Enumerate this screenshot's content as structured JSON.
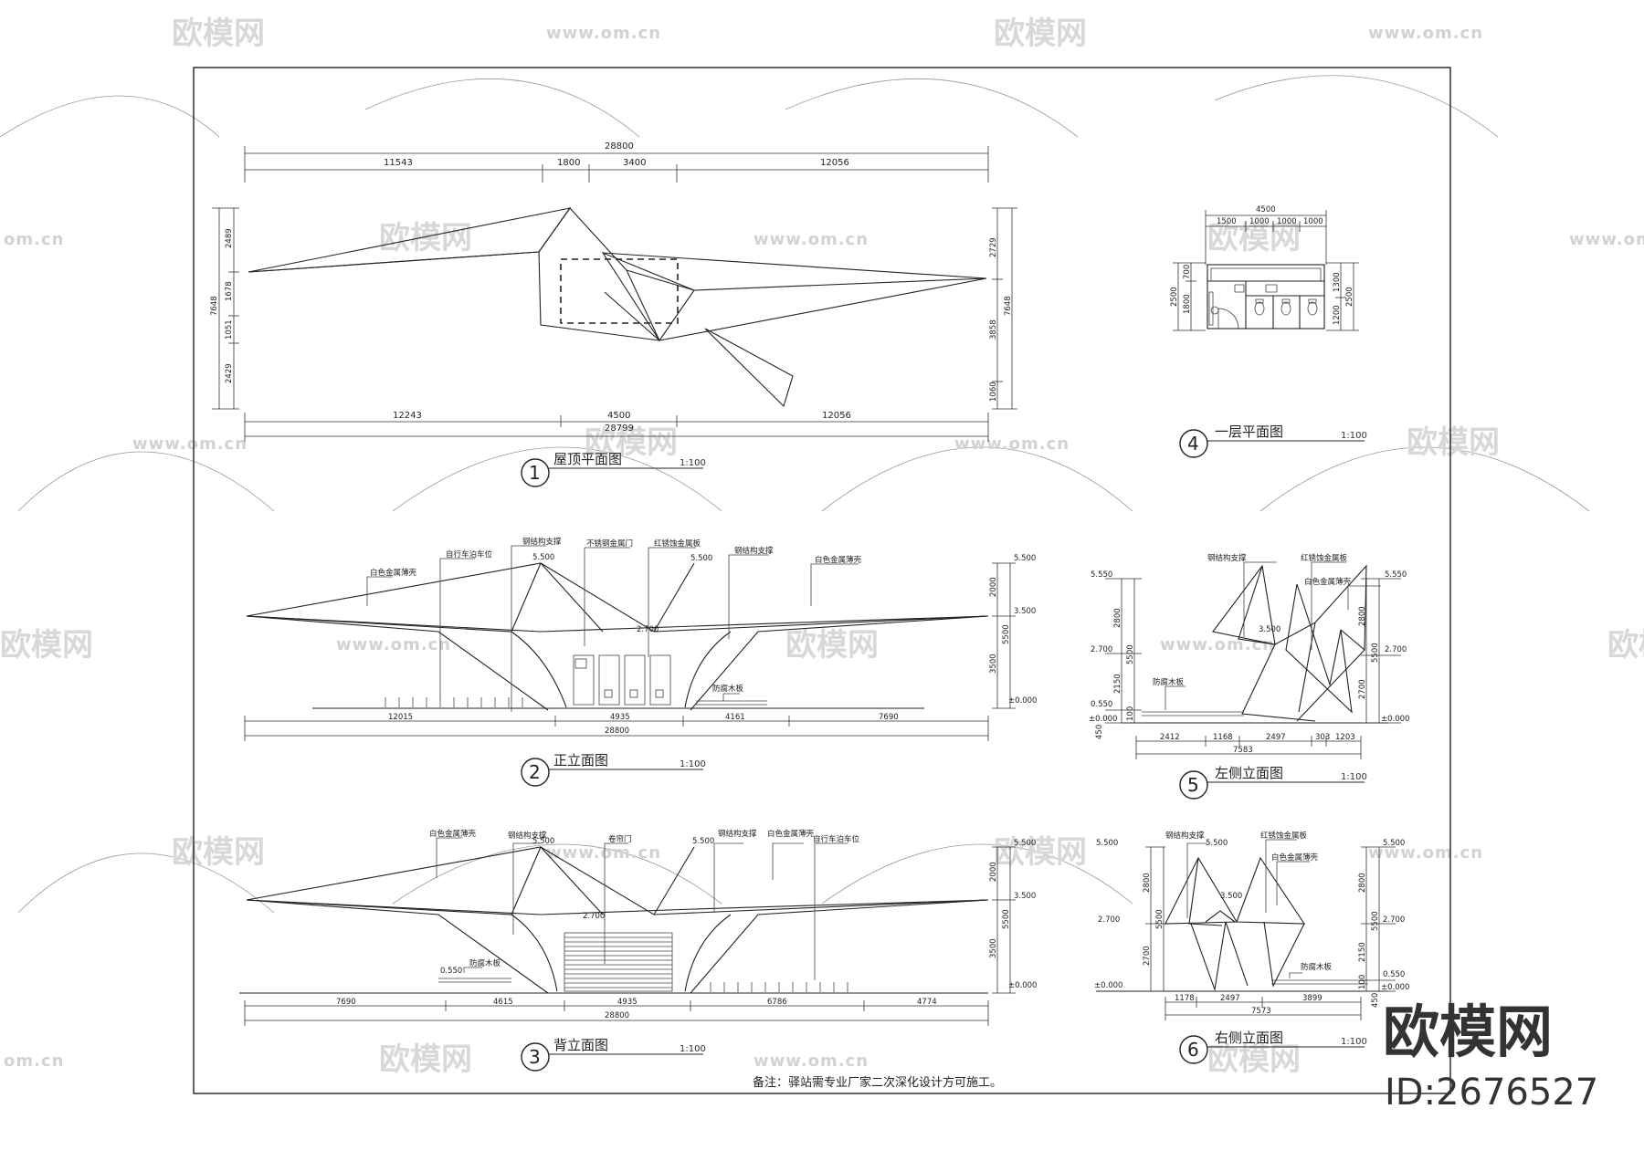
{
  "watermark": {
    "brand": "欧模网",
    "url": "www.om.cn",
    "url_short": "om.cn"
  },
  "plan_roof": {
    "num": "1",
    "title": "屋顶平面图",
    "scale": "1:100",
    "top_total": "28800",
    "top_segs": [
      "11543",
      "1800",
      "3400",
      "12056"
    ],
    "bottom_segs": [
      "12243",
      "4500",
      "12056"
    ],
    "bottom_total": "28799",
    "left_total": "7648",
    "left_segs": [
      "2489",
      "1678",
      "1051",
      "2429"
    ],
    "right_total": "7648",
    "right_segs": [
      "2729",
      "3858",
      "1060"
    ]
  },
  "plan_ground": {
    "num": "4",
    "title": "一层平面图",
    "scale": "1:100",
    "top_total": "4500",
    "top_segs": [
      "1500",
      "1000",
      "1000",
      "1000"
    ],
    "left_total": "2500",
    "left_segs": [
      "700",
      "1800"
    ],
    "right_total": "2500",
    "right_segs": [
      "1300",
      "1200"
    ]
  },
  "elev_front": {
    "num": "2",
    "title": "正立面图",
    "scale": "1:100",
    "labels": [
      "白色金属薄壳",
      "自行车泊车位",
      "钢结构支撑",
      "不锈钢金属门",
      "红锈蚀金属板",
      "钢结构支撑",
      "白色金属薄壳",
      "防腐木板"
    ],
    "levels": [
      "5.500",
      "5.500",
      "2.700",
      "5.500",
      "3.500",
      "±0.000"
    ],
    "vdims": [
      "2000",
      "3500",
      "5500"
    ],
    "bottom_segs": [
      "12015",
      "4935",
      "4161",
      "7690"
    ],
    "bottom_total": "28800"
  },
  "elev_back": {
    "num": "3",
    "title": "背立面图",
    "scale": "1:100",
    "labels": [
      "白色金属薄壳",
      "钢结构支撑",
      "卷帘门",
      "钢结构支撑",
      "白色金属薄壳",
      "自行车泊车位",
      "防腐木板"
    ],
    "levels": [
      "5.500",
      "5.500",
      "2.700",
      "0.550",
      "5.500",
      "3.500",
      "±0.000"
    ],
    "vdims": [
      "2000",
      "3500",
      "5500"
    ],
    "bottom_segs": [
      "7690",
      "4615",
      "4935",
      "6786",
      "4774"
    ],
    "bottom_total": "28800"
  },
  "elev_left": {
    "num": "5",
    "title": "左侧立面图",
    "scale": "1:100",
    "labels": [
      "钢结构支撑",
      "红锈蚀金属板",
      "白色金属薄壳",
      "防腐木板"
    ],
    "levels": [
      "5.550",
      "2.700",
      "0.550",
      "±0.000",
      "3.500",
      "5.550",
      "2.700",
      "±0.000"
    ],
    "vdims_left": [
      "2800",
      "2150",
      "5500",
      "100"
    ],
    "vdims_right": [
      "2800",
      "2700",
      "5500"
    ],
    "left_small": "450",
    "bottom_segs": [
      "2412",
      "1168",
      "2497",
      "303",
      "1203"
    ],
    "bottom_total": "7583"
  },
  "elev_right": {
    "num": "6",
    "title": "右侧立面图",
    "scale": "1:100",
    "labels": [
      "钢结构支撑",
      "红锈蚀金属板",
      "白色金属薄壳",
      "防腐木板"
    ],
    "levels": [
      "5.500",
      "5.500",
      "3.500",
      "2.700",
      "±0.000",
      "5.500",
      "2.700",
      "0.550",
      "±0.000"
    ],
    "vdims_left": [
      "2800",
      "2700",
      "5500"
    ],
    "vdims_right": [
      "2800",
      "2150",
      "5500",
      "100"
    ],
    "right_small": "450",
    "bottom_segs": [
      "1178",
      "2497",
      "3899"
    ],
    "bottom_total": "7573"
  },
  "note": "备注：驿站需专业厂家二次深化设计方可施工。",
  "brand_block": {
    "name": "欧模网",
    "id": "ID:2676527"
  }
}
